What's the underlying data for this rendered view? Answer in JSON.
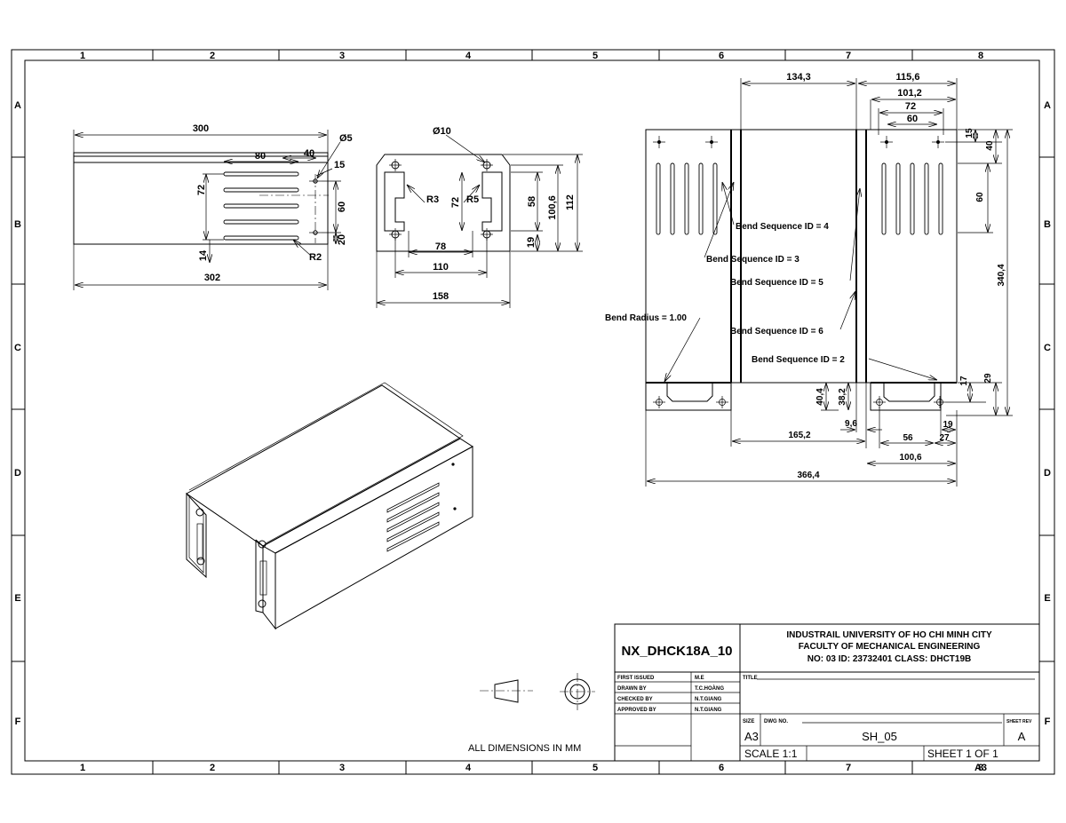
{
  "border": {
    "columns": [
      "1",
      "2",
      "3",
      "4",
      "5",
      "6",
      "7",
      "8"
    ],
    "rows": [
      "A",
      "B",
      "C",
      "D",
      "E",
      "F"
    ]
  },
  "front_view": {
    "dims": {
      "overall": "300",
      "base": "302",
      "slot_len": "80",
      "offset": "40",
      "edge": "15",
      "hole": "Ø5",
      "height": "72",
      "hole_spacing": "60",
      "bottom": "20",
      "low": "14",
      "radius": "R2"
    }
  },
  "side_view": {
    "dims": {
      "hole": "Ø10",
      "r3": "R3",
      "r5": "R5",
      "h72": "72",
      "h58": "58",
      "h100": "100,6",
      "h112": "112",
      "h19": "19",
      "w78": "78",
      "w110": "110",
      "w158": "158"
    }
  },
  "flat_pattern": {
    "dims": {
      "top_left": "134,3",
      "top_right": "115,6",
      "w101": "101,2",
      "w72": "72",
      "w60": "60",
      "v15": "15",
      "v40": "40",
      "v60": "60",
      "v340": "340,4",
      "v17": "17",
      "v29": "29",
      "v40b": "40,4",
      "v38": "38,2",
      "w9": "9,6",
      "w19": "19",
      "w165": "165,2",
      "w56": "56",
      "w27": "27",
      "w100": "100,6",
      "w366": "366,4"
    },
    "notes": {
      "bend4": "Bend Sequence ID = 4",
      "bend3": "Bend Sequence ID = 3",
      "bend5": "Bend Sequence ID = 5",
      "radius": "Bend Radius = 1.00",
      "bend6": "Bend Sequence ID = 6",
      "bend2": "Bend Sequence ID = 2"
    }
  },
  "general_note": "ALL DIMENSIONS IN MM",
  "title_block": {
    "part_name": "NX_DHCK18A_10",
    "university": "INDUSTRAIL UNIVERSITY OF HO CHI MINH CITY",
    "faculty": "FACULTY OF MECHANICAL ENGINEERING",
    "info": "NO: 03    ID: 23732401    CLASS: DHCT19B",
    "rows": [
      {
        "label": "FIRST ISSUED",
        "value": "M.E"
      },
      {
        "label": "DRAWN BY",
        "value": "T.C.HOÀNG"
      },
      {
        "label": "CHECKED BY",
        "value": "N.T.GIANG"
      },
      {
        "label": "APPROVED BY",
        "value": "N.T.GIANG"
      }
    ],
    "title_label": "TITLE",
    "size_label": "SIZE",
    "dwg_label": "DWG NO.",
    "rev_label": "SHEET REV",
    "size": "A3",
    "dwg_no": "SH_05",
    "rev": "A",
    "scale": "SCALE 1:1",
    "sheet": "SHEET 1 OF 1",
    "sheet_size": "A3"
  }
}
